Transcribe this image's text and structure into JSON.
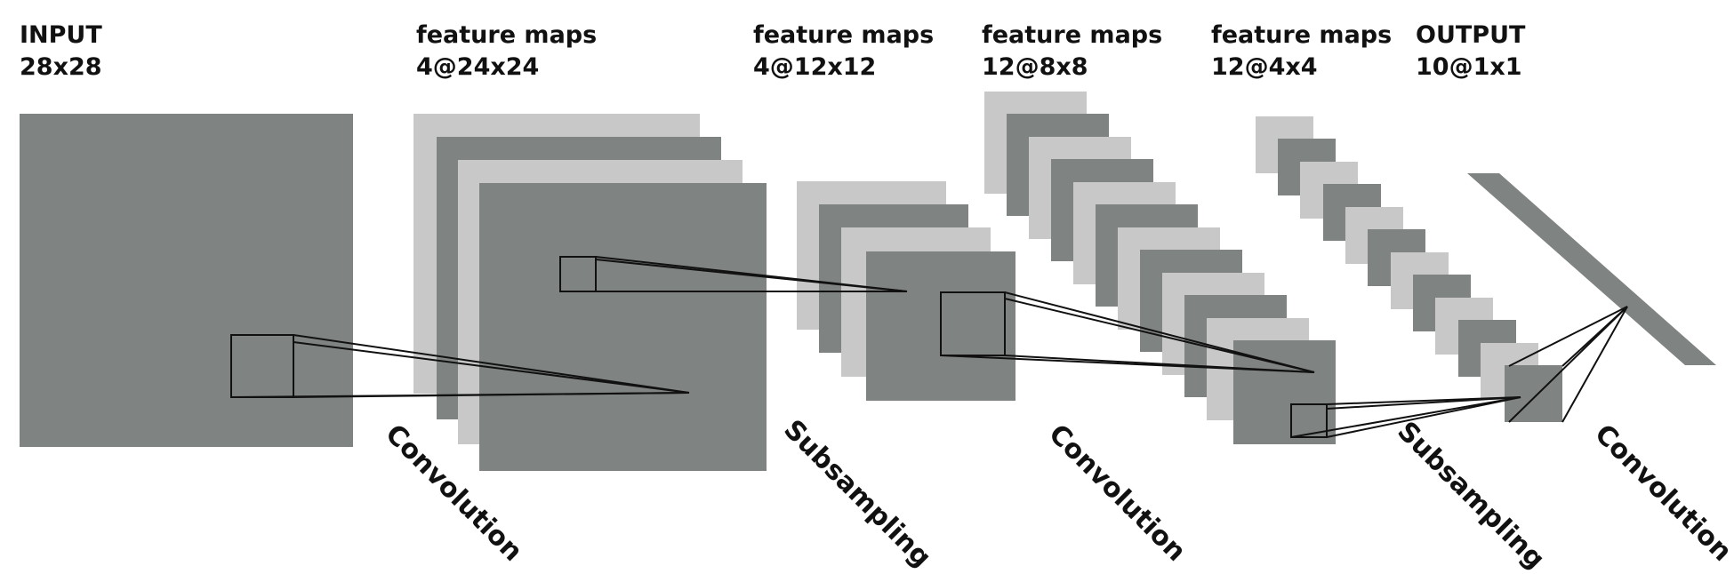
{
  "colors": {
    "map_dark": "#7f8381",
    "map_light": "#c8c8c8",
    "line": "#111111",
    "background": "#ffffff"
  },
  "layers": [
    {
      "title": "INPUT",
      "shape": "28x28"
    },
    {
      "title": "feature maps",
      "shape": "4@24x24"
    },
    {
      "title": "feature maps",
      "shape": "4@12x12"
    },
    {
      "title": "feature maps",
      "shape": "12@8x8"
    },
    {
      "title": "feature maps",
      "shape": "12@4x4"
    },
    {
      "title": "OUTPUT",
      "shape": "10@1x1"
    }
  ],
  "operations": [
    {
      "label": "Convolution"
    },
    {
      "label": "Subsampling"
    },
    {
      "label": "Convolution"
    },
    {
      "label": "Subsampling"
    },
    {
      "label": "Convolution"
    }
  ]
}
